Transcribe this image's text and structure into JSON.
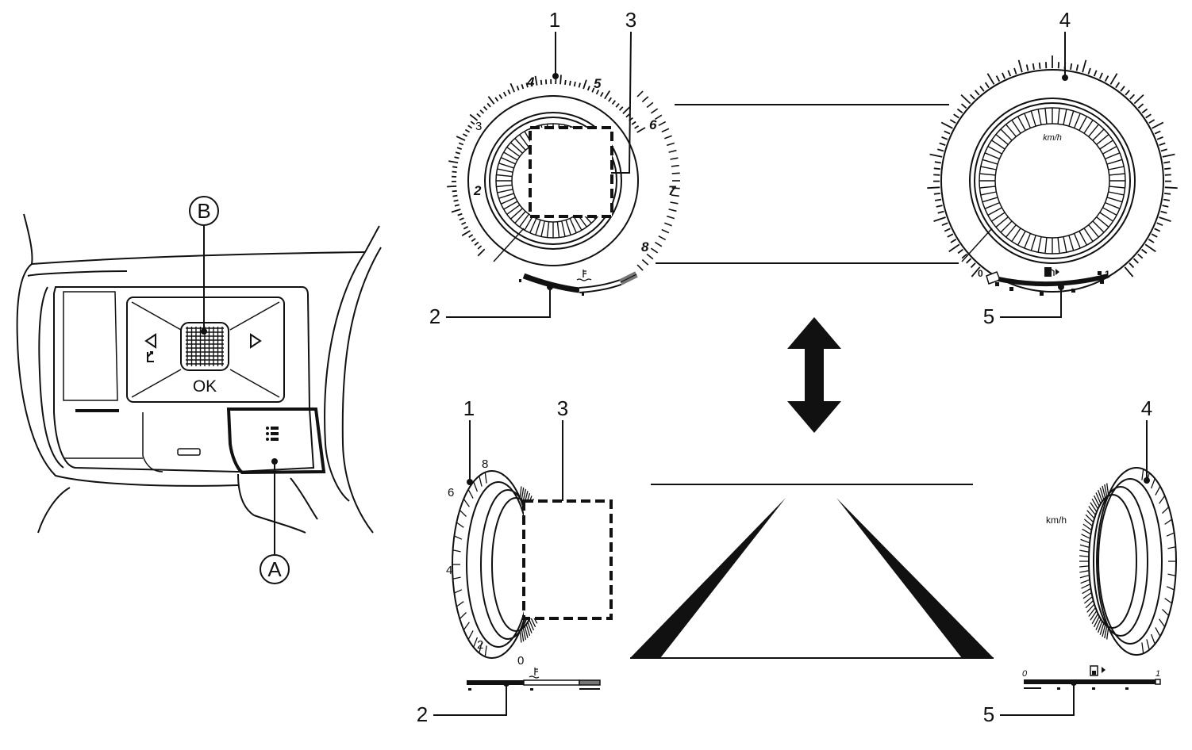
{
  "callouts": {
    "top_tach": "1",
    "top_temp": "2",
    "top_center": "3",
    "top_speedo": "4",
    "top_fuel": "5",
    "bot_tach": "1",
    "bot_temp": "2",
    "bot_center": "3",
    "bot_speedo": "4",
    "bot_fuel": "5"
  },
  "switch": {
    "ok_label": "OK",
    "button_a": "A",
    "button_b": "B"
  },
  "tachometer": {
    "top_numbers": [
      "2",
      "3",
      "4",
      "5",
      "6",
      "7",
      "8"
    ],
    "side_numbers": [
      "0",
      "2",
      "4",
      "6",
      "8"
    ]
  },
  "speedometer": {
    "unit": "km/h"
  },
  "fuel": {
    "min": "0",
    "max": "1"
  },
  "icons": {
    "temp_icon": "coolant-temperature-icon",
    "fuel_icon": "fuel-pump-icon",
    "menu_icon": "menu-list-icon",
    "back_icon": "back-arrow-icon",
    "left_icon": "left-triangle-icon",
    "right_icon": "right-triangle-icon",
    "swap_icon": "double-arrow-icon"
  }
}
